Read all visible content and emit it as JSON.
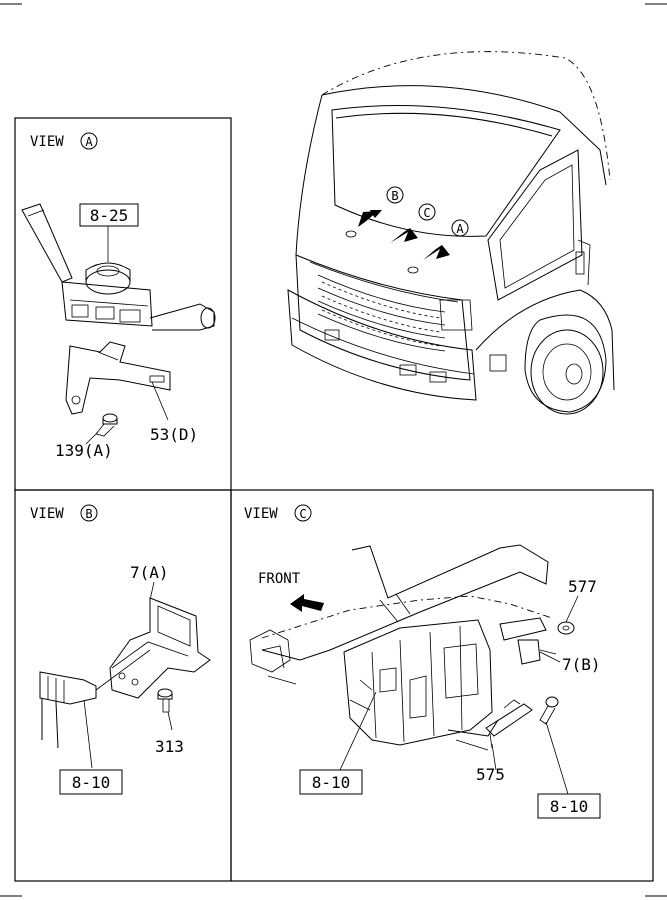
{
  "views": {
    "a": {
      "title": "VIEW",
      "letter": "A"
    },
    "b": {
      "title": "VIEW",
      "letter": "B"
    },
    "c": {
      "title": "VIEW",
      "letter": "C"
    }
  },
  "truck": {
    "arrow_labels": [
      "B",
      "C",
      "A"
    ]
  },
  "view_a_parts": {
    "switch_ref": "8-25",
    "bracket": "53(D)",
    "bolt": "139(A)"
  },
  "view_b_parts": {
    "bracket": "7(A)",
    "bolt": "313",
    "connector_ref": "8-10"
  },
  "view_c_parts": {
    "front_label": "FRONT",
    "nut": "577",
    "bracket": "7(B)",
    "relay": "575",
    "harness_ref_left": "8-10",
    "harness_ref_right": "8-10"
  }
}
